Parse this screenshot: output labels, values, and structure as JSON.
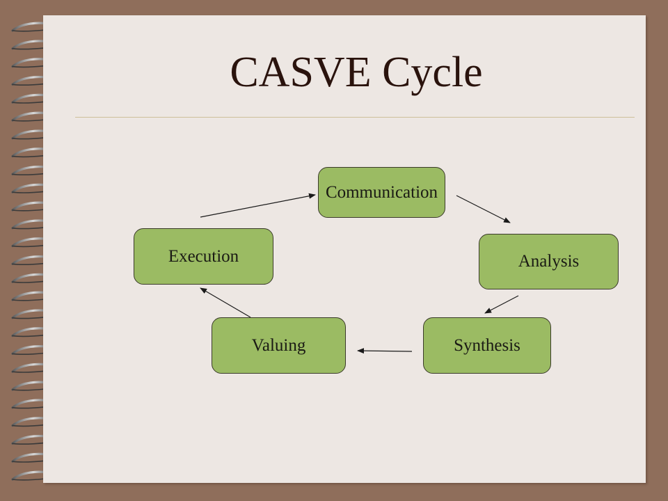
{
  "slide": {
    "title": "CASVE Cycle"
  },
  "diagram": {
    "nodes": [
      {
        "id": "communication",
        "label": "Communication"
      },
      {
        "id": "analysis",
        "label": "Analysis"
      },
      {
        "id": "synthesis",
        "label": "Synthesis"
      },
      {
        "id": "valuing",
        "label": "Valuing"
      },
      {
        "id": "execution",
        "label": "Execution"
      }
    ],
    "edges": [
      {
        "from": "communication",
        "to": "analysis"
      },
      {
        "from": "analysis",
        "to": "synthesis"
      },
      {
        "from": "synthesis",
        "to": "valuing"
      },
      {
        "from": "valuing",
        "to": "execution"
      },
      {
        "from": "execution",
        "to": "communication"
      }
    ]
  },
  "colors": {
    "frame": "#8f6e5b",
    "slide": "#ede7e3",
    "node_fill": "#9bbb63",
    "title_text": "#2a130d"
  }
}
